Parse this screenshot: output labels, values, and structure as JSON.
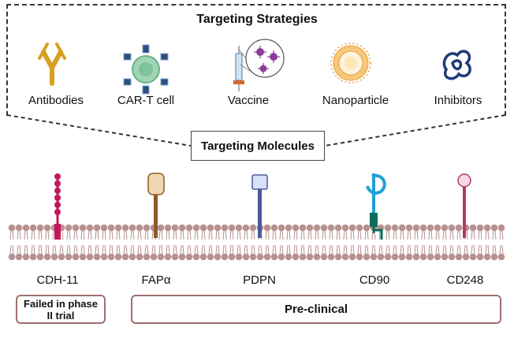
{
  "header": {
    "title": "Targeting Strategies"
  },
  "strategies": [
    {
      "label": "Antibodies",
      "icon": "antibody-icon"
    },
    {
      "label": "CAR-T cell",
      "icon": "car-t-cell-icon"
    },
    {
      "label": "Vaccine",
      "icon": "vaccine-icon"
    },
    {
      "label": "Nanoparticle",
      "icon": "nanoparticle-icon"
    },
    {
      "label": "Inhibitors",
      "icon": "inhibitor-icon"
    }
  ],
  "molecules_box": {
    "label": "Targeting Molecules"
  },
  "molecules": [
    {
      "label": "CDH-11",
      "icon": "cdh11-receptor-icon",
      "color": "#c2185b"
    },
    {
      "label": "FAPα",
      "icon": "fap-receptor-icon",
      "color": "#8b5a2b"
    },
    {
      "label": "PDPN",
      "icon": "pdpn-receptor-icon",
      "color": "#4a5a9a"
    },
    {
      "label": "CD90",
      "icon": "cd90-receptor-icon",
      "color": "#1ea0d8"
    },
    {
      "label": "CD248",
      "icon": "cd248-receptor-icon",
      "color": "#b03a6a"
    }
  ],
  "status": {
    "failed": "Failed in phase II trial",
    "preclinical": "Pre-clinical"
  },
  "colors": {
    "membrane": "#b89090",
    "accent": "#a07070"
  }
}
